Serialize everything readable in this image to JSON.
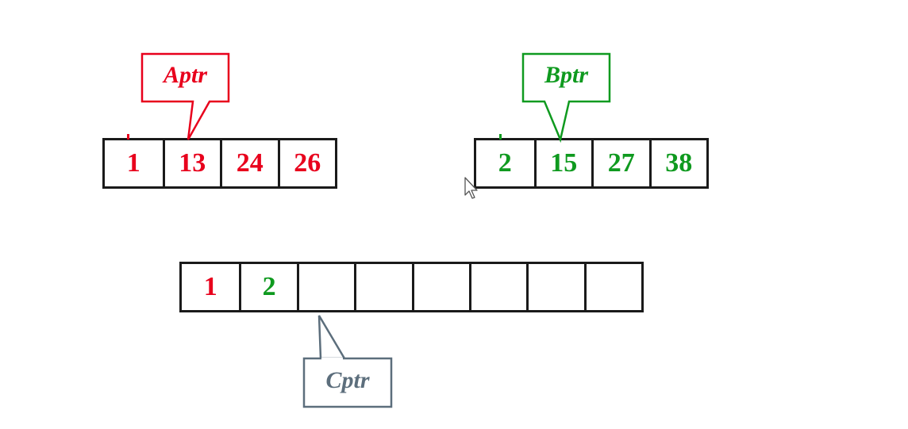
{
  "colors": {
    "a": "#e8001c",
    "b": "#0f9a1f",
    "c": "#5c6e7c",
    "border": "#1a1a1a"
  },
  "array_a": {
    "pointer": "Aptr",
    "values": [
      "1",
      "13",
      "24",
      "26"
    ]
  },
  "array_b": {
    "pointer": "Bptr",
    "values": [
      "2",
      "15",
      "27",
      "38"
    ]
  },
  "array_c": {
    "pointer": "Cptr",
    "values": [
      "1",
      "2",
      "",
      "",
      "",
      "",
      "",
      ""
    ]
  },
  "cursor_icon": "arrow-cursor-icon"
}
